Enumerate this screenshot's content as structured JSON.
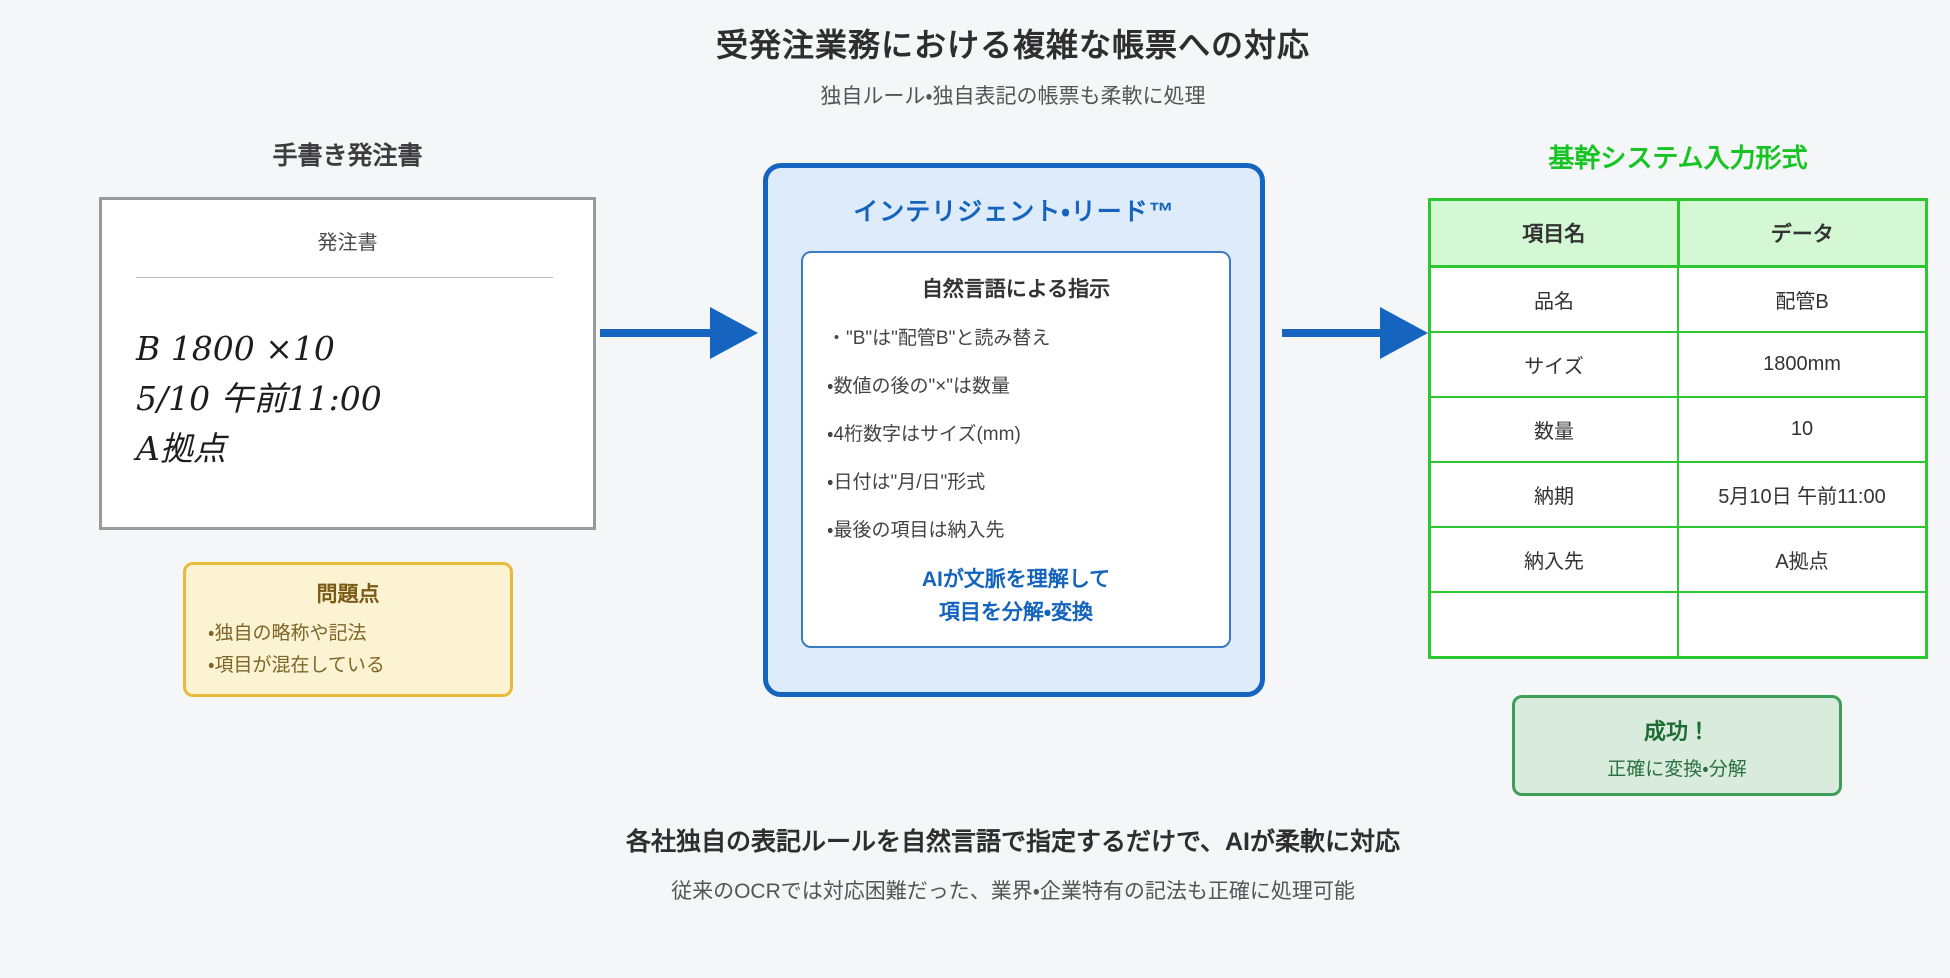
{
  "page": {
    "title": "受発注業務における複雑な帳票への対応",
    "subtitle": "独自ルール・独自表記の帳票も柔軟に処理",
    "footer_bold": "各社独自の表記ルールを自然言語で指定するだけで、AIが柔軟に対応",
    "footer_sub": "従来のOCRでは対応困難だった、業界・企業特有の記法も正確に処理可能"
  },
  "handwritten": {
    "heading": "手書き発注書",
    "doc_title": "発注書",
    "lines": [
      "B 1800 ×10",
      "5/10 午前11:00",
      "A拠点"
    ]
  },
  "problems": {
    "title": "問題点",
    "items": [
      "・独自の略称や記法",
      "・項目が混在している"
    ]
  },
  "engine": {
    "title": "インテリジェント・リード™",
    "panel_title": "自然言語による指示",
    "rules": [
      "・\"B\"は\"配管B\"と読み替え",
      "・数値の後の\"×\"は数量",
      "・4桁数字はサイズ(mm)",
      "・日付は\"月/日\"形式",
      "・最後の項目は納入先"
    ],
    "result_line1": "AIが文脈を理解して",
    "result_line2": "項目を分解・変換"
  },
  "output": {
    "heading": "基幹システム入力形式",
    "table": {
      "headers": [
        "項目名",
        "データ"
      ],
      "rows": [
        [
          "品名",
          "配管B"
        ],
        [
          "サイズ",
          "1800mm"
        ],
        [
          "数量",
          "10"
        ],
        [
          "納期",
          "5月10日 午前11:00"
        ],
        [
          "納入先",
          "A拠点"
        ],
        [
          "",
          ""
        ]
      ]
    },
    "success_title": "成功！",
    "success_sub": "正確に変換・分解"
  },
  "colors": {
    "accent_blue": "#1565c0",
    "engine_bg": "#deebfa",
    "accent_green": "#2dc72f",
    "green_title": "#16c524",
    "table_header_bg": "#d4f8d4",
    "success_bg": "#d9ebdc",
    "success_border": "#3d9e57",
    "problem_bg": "#fcf3d3",
    "problem_border": "#e8b93a",
    "page_bg": "#f4f6f8"
  }
}
